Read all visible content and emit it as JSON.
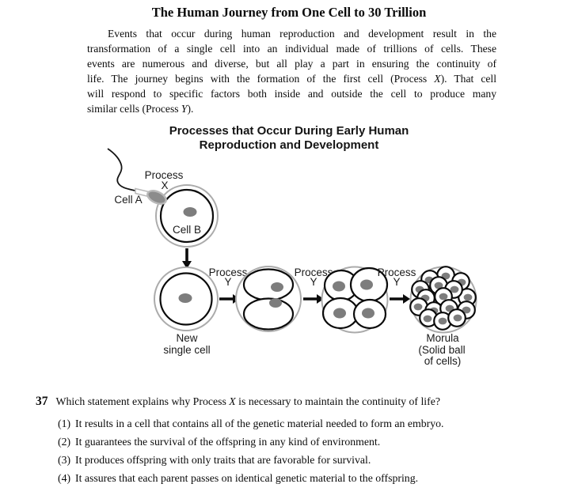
{
  "theme": {
    "ink": "#0b0b0b",
    "ring": "#ababab",
    "nucleus": "#7d7d7d",
    "sperm_fill": "#8c8c8c",
    "sperm_edge": "#b9b9b9",
    "paper": "#ffffff"
  },
  "passage": {
    "title": "The Human Journey from One Cell to 30 Trillion"
  },
  "intro": {
    "lines": [
      {
        "pre": "Events that occur during human reproduction and development result in the"
      },
      {
        "pre": "transformation of a single cell into an individual made of trillions of cells. These"
      },
      {
        "pre": "events are numerous and diverse, but all play a part in ensuring the continuity of"
      },
      {
        "pre": "life. The journey begins with the formation of the first cell (Process ",
        "it": "X",
        "post": "). That cell"
      },
      {
        "pre": "will respond to specific factors both inside and outside the cell to produce many"
      },
      {
        "pre": "similar cells (Process ",
        "it": "Y",
        "post": ")."
      }
    ]
  },
  "figure": {
    "title_line1": "Processes that Occur During Early Human",
    "title_line2": "Reproduction and Development",
    "labels": {
      "process": "Process",
      "process_x_letter": "X",
      "process_y_letter": "Y",
      "cell_a": "Cell A",
      "cell_b": "Cell B",
      "new_cell_line1": "New",
      "new_cell_line2": "single cell",
      "morula_line1": "Morula",
      "morula_line2": "(Solid ball",
      "morula_line3": "of cells)"
    }
  },
  "question": {
    "number": "37",
    "seg1": "Which statement explains why Process ",
    "x": "X",
    "seg2": " is necessary to maintain the continuity of life?",
    "options": [
      {
        "num": "(1)",
        "text": "It results in a cell that contains all of the genetic material needed to form an embryo."
      },
      {
        "num": "(2)",
        "text": "It guarantees the survival of the offspring in any kind of environment."
      },
      {
        "num": "(3)",
        "text": "It produces offspring with only traits that are favorable for survival."
      },
      {
        "num": "(4)",
        "text": "It assures that each parent passes on identical genetic material to the offspring."
      }
    ]
  }
}
